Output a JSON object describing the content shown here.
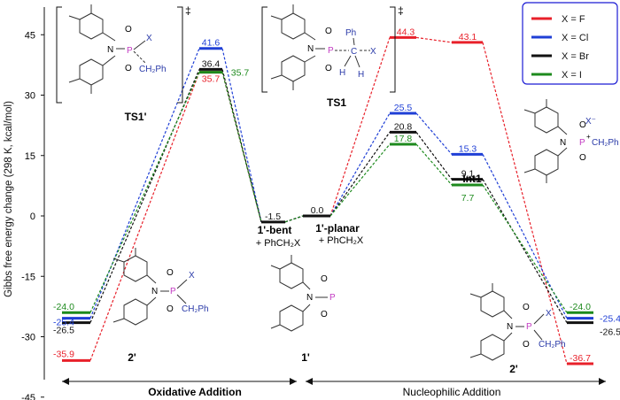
{
  "chart_data": {
    "type": "line",
    "ylabel": "Gibbs free energy change (298 K, kcal/mol)",
    "ylim": [
      -45,
      50
    ],
    "yticks": [
      -45,
      -30,
      -15,
      0,
      15,
      30,
      45
    ],
    "grid": false,
    "legend_position": "top-right",
    "series": [
      {
        "name": "X = F",
        "color": "#e8202a",
        "values": [
          -35.9,
          35.7,
          -1.5,
          0.0,
          44.3,
          43.1,
          -36.7
        ]
      },
      {
        "name": "X = Cl",
        "color": "#1f3fd6",
        "values": [
          -25.4,
          41.6,
          -1.5,
          0.0,
          25.5,
          15.3,
          -25.4
        ]
      },
      {
        "name": "X = Br",
        "color": "#111111",
        "values": [
          -26.5,
          36.4,
          -1.5,
          0.0,
          20.8,
          9.1,
          -26.5
        ]
      },
      {
        "name": "X = I",
        "color": "#1d8a1d",
        "values": [
          -24.0,
          35.7,
          -1.5,
          0.0,
          17.8,
          7.7,
          -24.0
        ]
      }
    ],
    "common_labels": [
      "-1.5",
      "0.0"
    ],
    "point_labels": {
      "left_reactant": [
        "-24.0",
        "-25.4",
        "-26.5",
        "-35.9"
      ],
      "ts1prime": [
        "41.6",
        "36.4",
        "35.7",
        "35.7"
      ],
      "ts1": [
        "44.3",
        "25.5",
        "20.8",
        "17.8"
      ],
      "int1": [
        "43.1",
        "15.3",
        "9.1",
        "7.7"
      ],
      "right_product": [
        "-24.0",
        "-25.4",
        "-26.5",
        "-36.7"
      ]
    },
    "species_labels": {
      "left": "2'",
      "ts1prime": "TS1'",
      "bent": "1'-bent",
      "planar": "1'-planar",
      "bent_plus": "+ PhCH₂X",
      "planar_plus": "+ PhCH₂X",
      "ts1": "TS1",
      "int1": "Int1",
      "center": "1'",
      "right": "2'"
    },
    "axis_labels": {
      "oxidative": "Oxidative Addition",
      "nucleophilic": "Nucleophilic Addition"
    },
    "structure_labels": {
      "dagger": "‡",
      "P": "P",
      "N": "N",
      "O": "O",
      "X": "X",
      "Xminus": "X⁻",
      "Pplus": "+",
      "CH2Ph": "CH₂Ph",
      "Ph": "Ph",
      "C": "C",
      "H": "H"
    }
  }
}
